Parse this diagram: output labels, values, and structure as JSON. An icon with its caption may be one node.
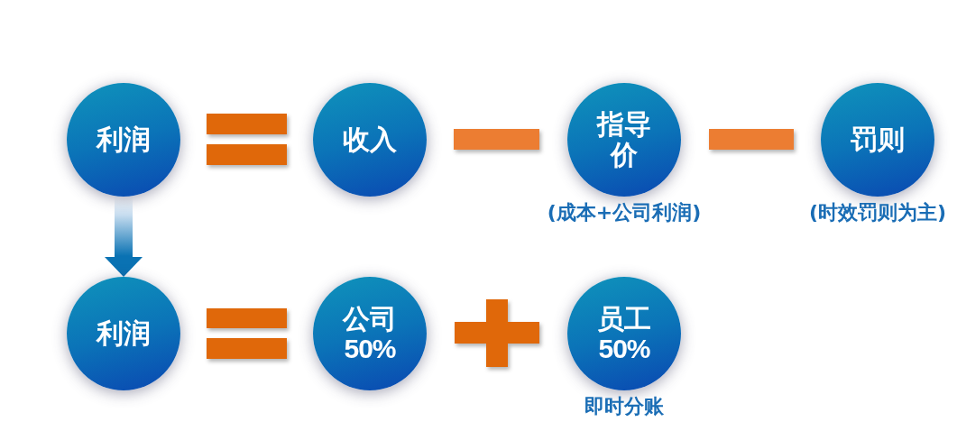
{
  "diagram": {
    "nodes": [
      {
        "text": [
          "利润"
        ]
      },
      {
        "text": [
          "收入"
        ]
      },
      {
        "text": [
          "指导价"
        ],
        "beside": [
          "(成本+公司利润)"
        ]
      },
      {
        "text": [
          "罚则"
        ],
        "beside": [
          "(时效罚则为主)"
        ]
      },
      {
        "text": [
          "利润"
        ]
      },
      {
        "text": [
          "公司",
          "50%"
        ]
      },
      {
        "text": [
          "员工",
          "50%"
        ],
        "beside": [
          "即时分账"
        ]
      }
    ],
    "edges": [
      {
        "from": 0,
        "to": 4,
        "arrow": "to"
      }
    ]
  }
}
